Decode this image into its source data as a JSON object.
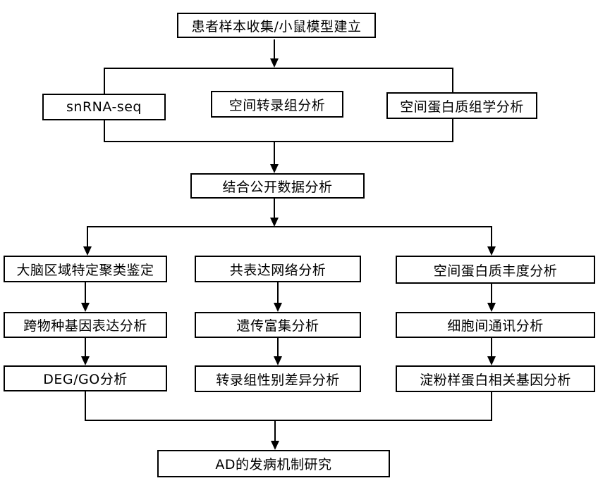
{
  "flowchart": {
    "top": {
      "label": "患者样本收集/小鼠模型建立"
    },
    "data_generation": {
      "items": [
        {
          "label": "snRNA-seq"
        },
        {
          "label": "空间转录组分析"
        },
        {
          "label": "空间蛋白质组学分析"
        }
      ]
    },
    "integration": {
      "label": "结合公开数据分析"
    },
    "columns": {
      "left": [
        "大脑区域特定聚类鉴定",
        "跨物种基因表达分析",
        "DEG/GO分析"
      ],
      "middle": [
        "共表达网络分析",
        "遗传富集分析",
        "转录组性别差异分析"
      ],
      "right": [
        "空间蛋白质丰度分析",
        "细胞间通讯分析",
        "淀粉样蛋白相关基因分析"
      ]
    },
    "final": {
      "label": "AD的发病机制研究"
    },
    "colors": {
      "line": "#000000",
      "box_border": "#000000",
      "box_fill": "#ffffff",
      "text": "#000000",
      "background": "#ffffff"
    }
  }
}
